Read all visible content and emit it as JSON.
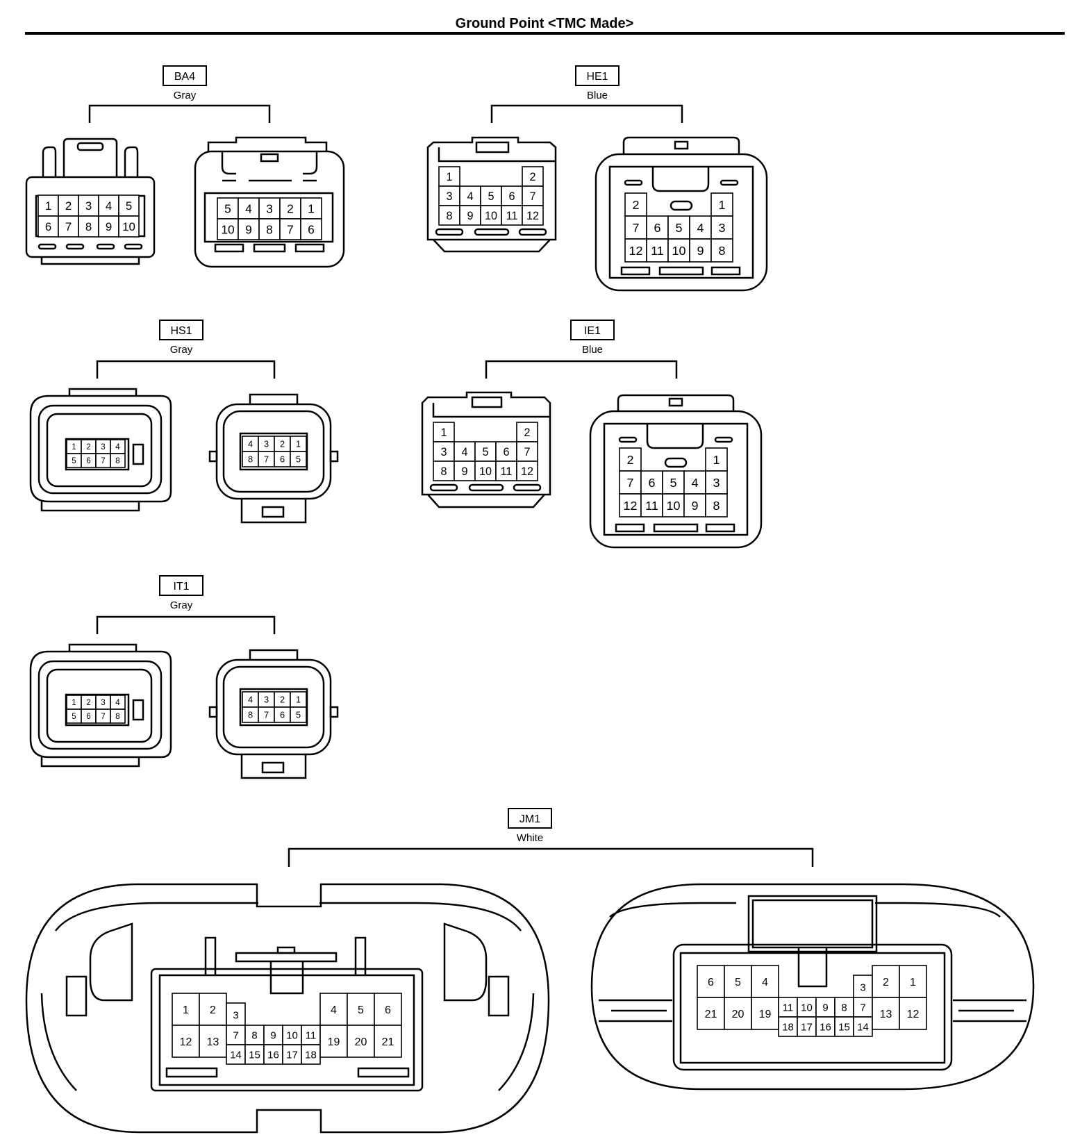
{
  "title": "Ground Point <TMC Made>",
  "connectors": [
    {
      "code": "BA4",
      "color": "Gray",
      "left": [
        [
          "1",
          "2",
          "3",
          "4",
          "5"
        ],
        [
          "6",
          "7",
          "8",
          "9",
          "10"
        ]
      ],
      "right": [
        [
          "5",
          "4",
          "3",
          "2",
          "1"
        ],
        [
          "10",
          "9",
          "8",
          "7",
          "6"
        ]
      ]
    },
    {
      "code": "HE1",
      "color": "Blue",
      "left": [
        [
          "1",
          "",
          "",
          "",
          "2"
        ],
        [
          "3",
          "4",
          "5",
          "6",
          "7"
        ],
        [
          "8",
          "9",
          "10",
          "11",
          "12"
        ]
      ],
      "right": [
        [
          "2",
          "",
          "",
          "",
          "1"
        ],
        [
          "7",
          "6",
          "5",
          "4",
          "3"
        ],
        [
          "12",
          "11",
          "10",
          "9",
          "8"
        ]
      ]
    },
    {
      "code": "HS1",
      "color": "Gray",
      "left": [
        [
          "1",
          "2",
          "3",
          "4"
        ],
        [
          "5",
          "6",
          "7",
          "8"
        ]
      ],
      "right": [
        [
          "4",
          "3",
          "2",
          "1"
        ],
        [
          "8",
          "7",
          "6",
          "5"
        ]
      ]
    },
    {
      "code": "IE1",
      "color": "Blue",
      "left": [
        [
          "1",
          "",
          "",
          "",
          "2"
        ],
        [
          "3",
          "4",
          "5",
          "6",
          "7"
        ],
        [
          "8",
          "9",
          "10",
          "11",
          "12"
        ]
      ],
      "right": [
        [
          "2",
          "",
          "",
          "",
          "1"
        ],
        [
          "7",
          "6",
          "5",
          "4",
          "3"
        ],
        [
          "12",
          "11",
          "10",
          "9",
          "8"
        ]
      ]
    },
    {
      "code": "IT1",
      "color": "Gray",
      "left": [
        [
          "1",
          "2",
          "3",
          "4"
        ],
        [
          "5",
          "6",
          "7",
          "8"
        ]
      ],
      "right": [
        [
          "4",
          "3",
          "2",
          "1"
        ],
        [
          "8",
          "7",
          "6",
          "5"
        ]
      ]
    },
    {
      "code": "JM1",
      "color": "White",
      "left": {
        "outer_left": [
          [
            "1",
            "2"
          ],
          [
            "12",
            "13"
          ]
        ],
        "center_top": [
          "3"
        ],
        "center_mid": [
          "7",
          "8",
          "9",
          "10",
          "11"
        ],
        "center_bot": [
          "14",
          "15",
          "16",
          "17",
          "18"
        ],
        "outer_right": [
          [
            "4",
            "5",
            "6"
          ],
          [
            "19",
            "20",
            "21"
          ]
        ]
      },
      "right": {
        "outer_left": [
          [
            "6",
            "5",
            "4"
          ],
          [
            "21",
            "20",
            "19"
          ]
        ],
        "center_top": [
          "3"
        ],
        "center_mid": [
          "11",
          "10",
          "9",
          "8",
          "7"
        ],
        "center_bot": [
          "18",
          "17",
          "16",
          "15",
          "14"
        ],
        "outer_right": [
          [
            "2",
            "1"
          ],
          [
            "13",
            "12"
          ]
        ]
      }
    }
  ]
}
